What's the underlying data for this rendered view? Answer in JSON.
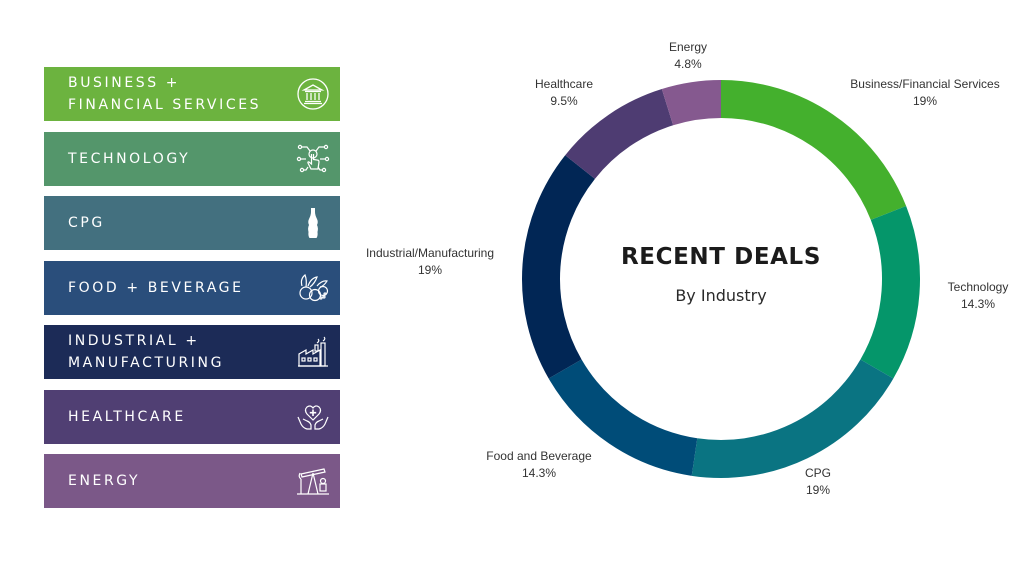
{
  "legend": [
    {
      "label": "BUSINESS +\nFINANCIAL SERVICES",
      "color": "#6cb33f",
      "icon": "bank-icon"
    },
    {
      "label": "TECHNOLOGY",
      "color": "#54966b",
      "icon": "touch-circuit-icon"
    },
    {
      "label": "CPG",
      "color": "#43707f",
      "icon": "bottle-icon"
    },
    {
      "label": "FOOD + BEVERAGE",
      "color": "#2a4e7b",
      "icon": "fruit-basket-icon"
    },
    {
      "label": "INDUSTRIAL +\nMANUFACTURING",
      "color": "#1c2b57",
      "icon": "factory-icon"
    },
    {
      "label": "HEALTHCARE",
      "color": "#503f73",
      "icon": "heart-hands-icon"
    },
    {
      "label": "ENERGY",
      "color": "#7b5888",
      "icon": "oil-pump-icon"
    }
  ],
  "chart_data": {
    "type": "pie",
    "title": "RECENT DEALS",
    "subtitle": "By Industry",
    "categories": [
      "Business/Financial Services",
      "Technology",
      "CPG",
      "Food and Beverage",
      "Industrial/Manufacturing",
      "Healthcare",
      "Energy"
    ],
    "values": [
      19,
      14.3,
      19,
      14.3,
      19,
      9.5,
      4.8
    ],
    "value_labels": [
      "19%",
      "14.3%",
      "19%",
      "14.3%",
      "19%",
      "9.5%",
      "4.8%"
    ],
    "colors": [
      "#44b02d",
      "#05966a",
      "#0a7482",
      "#004c78",
      "#012655",
      "#4e3c72",
      "#85598f"
    ]
  }
}
